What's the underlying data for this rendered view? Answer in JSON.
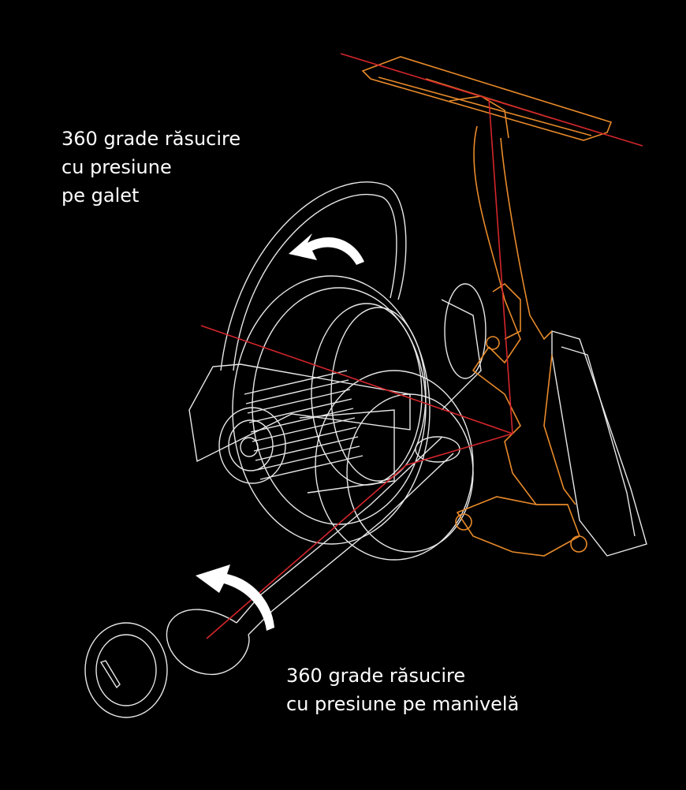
{
  "annotations": {
    "roller": {
      "line1": "360 grade răsucire",
      "line2": "cu presiune",
      "line3": "pe galet"
    },
    "handle": {
      "line1": "360 grade răsucire",
      "line2": "cu presiune pe manivelă"
    }
  },
  "colors": {
    "background": "#000000",
    "outline": "#e8e8e8",
    "frame": "#e88a2a",
    "axis": "#d4262b",
    "arrow": "#ffffff"
  },
  "icons": [
    "rotation-arrow-icon",
    "rotation-arrow-icon"
  ]
}
